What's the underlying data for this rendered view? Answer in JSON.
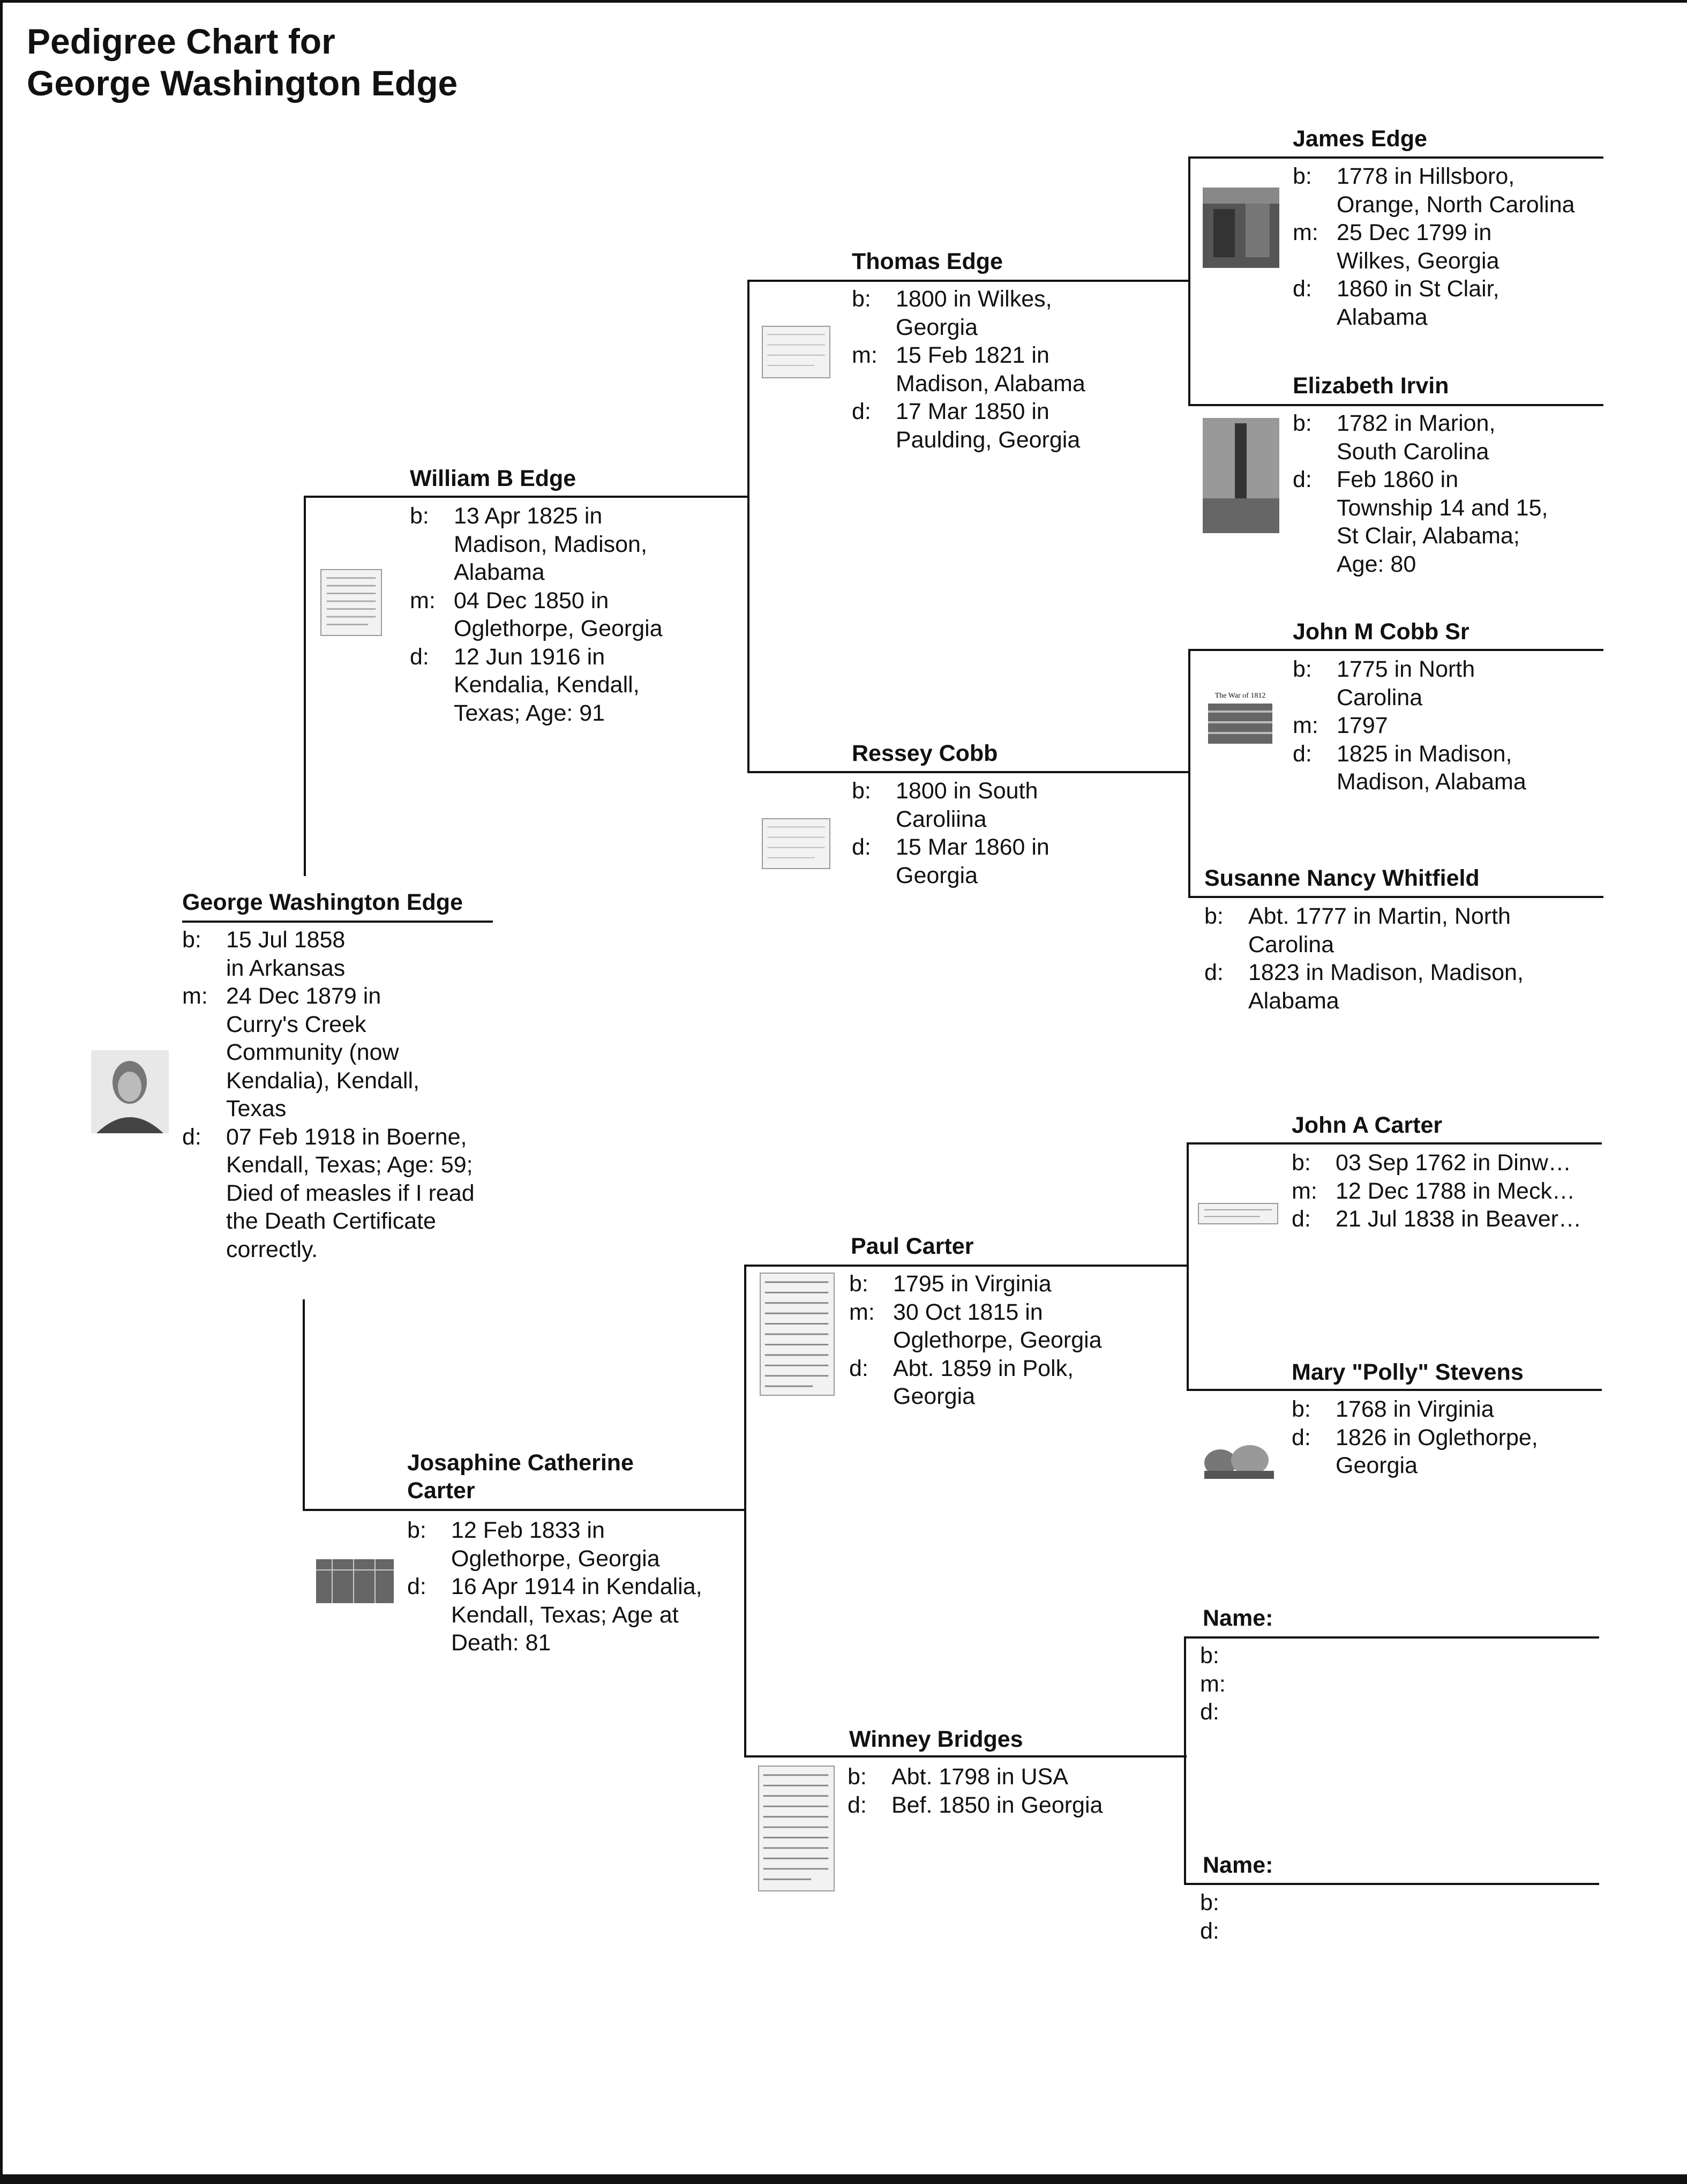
{
  "title_line1": "Pedigree Chart for",
  "title_line2": "George Washington Edge",
  "people": {
    "p1": {
      "name": "George Washington Edge",
      "facts": [
        {
          "label": "b:",
          "value": "15 Jul 1858 in Arkansas"
        },
        {
          "label": "m:",
          "value": "24 Dec 1879 in Curry's Creek Community (now Kendalia), Kendall, Texas"
        },
        {
          "label": "d:",
          "value": "07 Feb 1918 in Boerne, Kendall, Texas; Age: 59; Died of measles if I read the Death Certificate correctly."
        }
      ]
    },
    "p2": {
      "name": "William B Edge",
      "facts": [
        {
          "label": "b:",
          "value": "13 Apr 1825 in Madison, Madison, Alabama"
        },
        {
          "label": "m:",
          "value": "04 Dec 1850 in Oglethorpe, Georgia"
        },
        {
          "label": "d:",
          "value": "12 Jun 1916 in Kendalia, Kendall, Texas; Age: 91"
        }
      ]
    },
    "p3": {
      "name": "Josaphine Catherine Carter",
      "facts": [
        {
          "label": "b:",
          "value": "12 Feb 1833 in Oglethorpe, Georgia"
        },
        {
          "label": "d:",
          "value": "16 Apr 1914 in Kendalia, Kendall, Texas; Age at Death: 81"
        }
      ]
    },
    "p4": {
      "name": "Thomas Edge",
      "facts": [
        {
          "label": "b:",
          "value": "1800 in Wilkes, Georgia"
        },
        {
          "label": "m:",
          "value": "15 Feb 1821 in Madison, Alabama"
        },
        {
          "label": "d:",
          "value": "17 Mar 1850 in Paulding, Georgia"
        }
      ]
    },
    "p5": {
      "name": "Ressey Cobb",
      "facts": [
        {
          "label": "b:",
          "value": "1800 in South Caroliina"
        },
        {
          "label": "d:",
          "value": "15 Mar 1860 in Georgia"
        }
      ]
    },
    "p6": {
      "name": "Paul Carter",
      "facts": [
        {
          "label": "b:",
          "value": "1795 in Virginia"
        },
        {
          "label": "m:",
          "value": "30 Oct 1815 in Oglethorpe, Georgia"
        },
        {
          "label": "d:",
          "value": "Abt. 1859 in Polk, Georgia"
        }
      ]
    },
    "p7": {
      "name": "Winney Bridges",
      "facts": [
        {
          "label": "b:",
          "value": "Abt. 1798 in USA"
        },
        {
          "label": "d:",
          "value": "Bef. 1850 in Georgia"
        }
      ]
    },
    "p8": {
      "name": "James Edge",
      "facts": [
        {
          "label": "b:",
          "value": "1778 in Hillsboro, Orange, North Carolina"
        },
        {
          "label": "m:",
          "value": "25 Dec 1799 in Wilkes, Georgia"
        },
        {
          "label": "d:",
          "value": "1860 in St Clair, Alabama"
        }
      ]
    },
    "p9": {
      "name": "Elizabeth Irvin",
      "facts": [
        {
          "label": "b:",
          "value": "1782 in Marion, South Carolina"
        },
        {
          "label": "d:",
          "value": "Feb 1860 in Township 14 and 15, St Clair, Alabama; Age: 80"
        }
      ]
    },
    "p10": {
      "name": "John M Cobb Sr",
      "facts": [
        {
          "label": "b:",
          "value": "1775 in North Carolina"
        },
        {
          "label": "m:",
          "value": "1797"
        },
        {
          "label": "d:",
          "value": "1825 in Madison, Madison, Alabama"
        }
      ]
    },
    "p11": {
      "name": "Susanne Nancy Whitfield",
      "facts": [
        {
          "label": "b:",
          "value": "Abt. 1777 in Martin, North Carolina"
        },
        {
          "label": "d:",
          "value": "1823 in Madison, Madison, Alabama"
        }
      ]
    },
    "p12": {
      "name": "John A Carter",
      "facts": [
        {
          "label": "b:",
          "value": "03 Sep 1762 in Dinw…"
        },
        {
          "label": "m:",
          "value": "12 Dec 1788 in Meck…"
        },
        {
          "label": "d:",
          "value": "21 Jul 1838 in Beaver…"
        }
      ]
    },
    "p13": {
      "name": "Mary \"Polly\" Stevens",
      "facts": [
        {
          "label": "b:",
          "value": "1768 in Virginia"
        },
        {
          "label": "d:",
          "value": "1826 in Oglethorpe, Georgia"
        }
      ]
    },
    "p14": {
      "name": "Name:",
      "facts": [
        {
          "label": "b:",
          "value": ""
        },
        {
          "label": "m:",
          "value": ""
        },
        {
          "label": "d:",
          "value": ""
        }
      ]
    },
    "p15": {
      "name": "Name:",
      "facts": [
        {
          "label": "b:",
          "value": ""
        },
        {
          "label": "d:",
          "value": ""
        }
      ]
    }
  },
  "thumbnail_text": "The War of 1812"
}
